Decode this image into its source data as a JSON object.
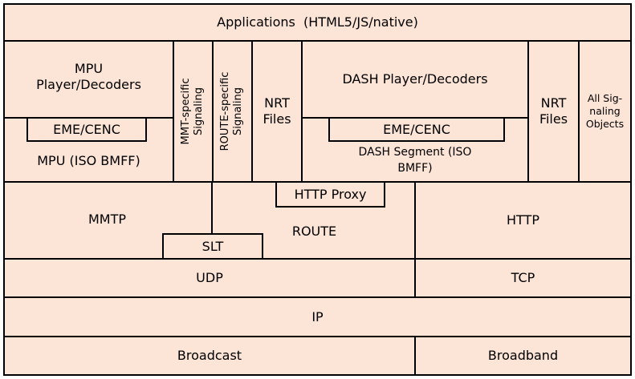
{
  "diagram": {
    "fill_color": "#fce4d6",
    "stroke_color": "#000000",
    "applications": "Applications  (HTML5/JS/native)",
    "mpu_player": [
      "MPU",
      "Player/Decoders"
    ],
    "mpu_eme": "EME/CENC",
    "mpu_format": "MPU (ISO BMFF)",
    "mmt_signaling": [
      "MMT-specific",
      "Signaling"
    ],
    "route_signaling": [
      "ROUTE-specific",
      "Signaling"
    ],
    "nrt_files_left": [
      "NRT",
      "Files"
    ],
    "dash_player": "DASH Player/Decoders",
    "dash_eme": "EME/CENC",
    "dash_segment": [
      "DASH Segment (ISO",
      "BMFF)"
    ],
    "nrt_files_right": [
      "NRT",
      "Files"
    ],
    "all_signaling": [
      "All Sig-",
      "naling",
      "Objects"
    ],
    "mmtp": "MMTP",
    "slt": "SLT",
    "route": "ROUTE",
    "http_proxy": "HTTP Proxy",
    "http": "HTTP",
    "udp": "UDP",
    "tcp": "TCP",
    "ip": "IP",
    "broadcast": "Broadcast",
    "broadband": "Broadband"
  }
}
